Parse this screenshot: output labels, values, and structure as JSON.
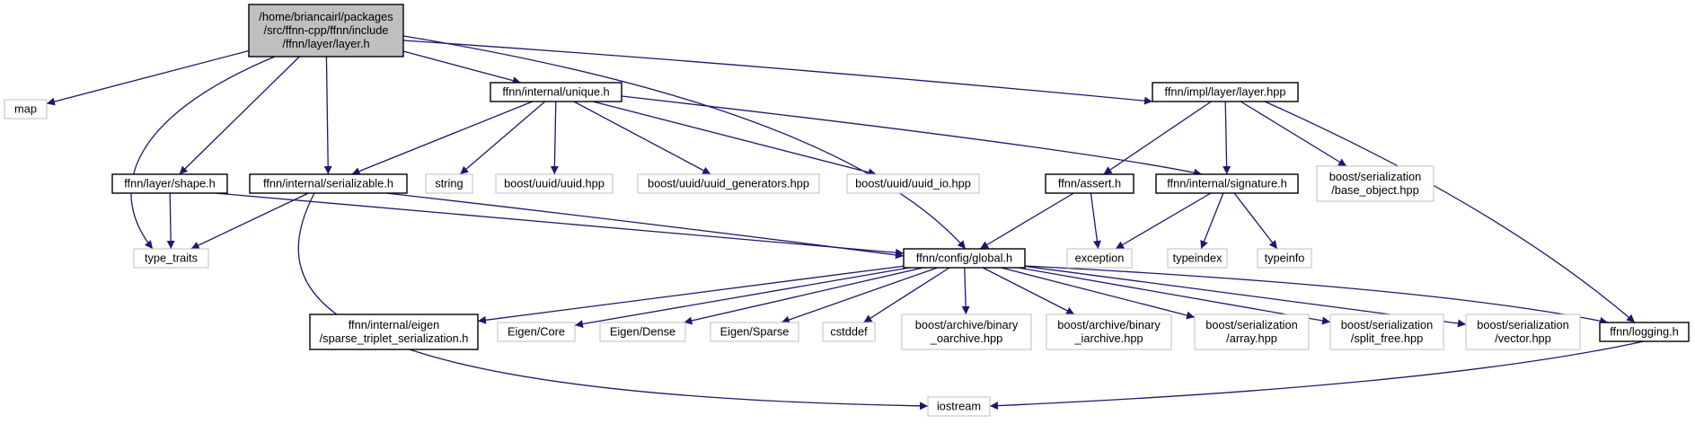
{
  "graph": {
    "colors": {
      "edge": "#191970",
      "main_fill": "#bfbfbf",
      "documented_border": "#000000",
      "external_border": "#bfbfbf",
      "external_text": "#000000"
    },
    "nodes": {
      "layer_h": {
        "lines": [
          "/home/briancairl/packages",
          "/src/ffnn-cpp/ffnn/include",
          "/ffnn/layer/layer.h"
        ],
        "kind": "main"
      },
      "map": {
        "lines": [
          "map"
        ],
        "kind": "external"
      },
      "unique_h": {
        "lines": [
          "ffnn/internal/unique.h"
        ],
        "kind": "documented"
      },
      "impl_layer_hpp": {
        "lines": [
          "ffnn/impl/layer/layer.hpp"
        ],
        "kind": "documented"
      },
      "shape_h": {
        "lines": [
          "ffnn/layer/shape.h"
        ],
        "kind": "documented"
      },
      "serializable_h": {
        "lines": [
          "ffnn/internal/serializable.h"
        ],
        "kind": "documented"
      },
      "string": {
        "lines": [
          "string"
        ],
        "kind": "external"
      },
      "uuid_hpp": {
        "lines": [
          "boost/uuid/uuid.hpp"
        ],
        "kind": "external"
      },
      "uuid_generators_hpp": {
        "lines": [
          "boost/uuid/uuid_generators.hpp"
        ],
        "kind": "external"
      },
      "uuid_io_hpp": {
        "lines": [
          "boost/uuid/uuid_io.hpp"
        ],
        "kind": "external"
      },
      "assert_h": {
        "lines": [
          "ffnn/assert.h"
        ],
        "kind": "documented"
      },
      "signature_h": {
        "lines": [
          "ffnn/internal/signature.h"
        ],
        "kind": "documented"
      },
      "base_object_hpp": {
        "lines": [
          "boost/serialization",
          "/base_object.hpp"
        ],
        "kind": "external"
      },
      "type_traits": {
        "lines": [
          "type_traits"
        ],
        "kind": "external"
      },
      "global_h": {
        "lines": [
          "ffnn/config/global.h"
        ],
        "kind": "documented"
      },
      "exception": {
        "lines": [
          "exception"
        ],
        "kind": "external"
      },
      "typeindex": {
        "lines": [
          "typeindex"
        ],
        "kind": "external"
      },
      "typeinfo": {
        "lines": [
          "typeinfo"
        ],
        "kind": "external"
      },
      "sparse_triplet": {
        "lines": [
          "ffnn/internal/eigen",
          "/sparse_triplet_serialization.h"
        ],
        "kind": "documented"
      },
      "eigen_core": {
        "lines": [
          "Eigen/Core"
        ],
        "kind": "external"
      },
      "eigen_dense": {
        "lines": [
          "Eigen/Dense"
        ],
        "kind": "external"
      },
      "eigen_sparse": {
        "lines": [
          "Eigen/Sparse"
        ],
        "kind": "external"
      },
      "cstddef": {
        "lines": [
          "cstddef"
        ],
        "kind": "external"
      },
      "binary_oarchive": {
        "lines": [
          "boost/archive/binary",
          "_oarchive.hpp"
        ],
        "kind": "external"
      },
      "binary_iarchive": {
        "lines": [
          "boost/archive/binary",
          "_iarchive.hpp"
        ],
        "kind": "external"
      },
      "ser_array": {
        "lines": [
          "boost/serialization",
          "/array.hpp"
        ],
        "kind": "external"
      },
      "ser_split_free": {
        "lines": [
          "boost/serialization",
          "/split_free.hpp"
        ],
        "kind": "external"
      },
      "ser_vector": {
        "lines": [
          "boost/serialization",
          "/vector.hpp"
        ],
        "kind": "external"
      },
      "logging_h": {
        "lines": [
          "ffnn/logging.h"
        ],
        "kind": "documented"
      },
      "iostream": {
        "lines": [
          "iostream"
        ],
        "kind": "external"
      }
    },
    "edges": [
      [
        "layer_h",
        "map"
      ],
      [
        "layer_h",
        "unique_h"
      ],
      [
        "layer_h",
        "impl_layer_hpp"
      ],
      [
        "layer_h",
        "shape_h"
      ],
      [
        "layer_h",
        "serializable_h"
      ],
      [
        "layer_h",
        "type_traits"
      ],
      [
        "layer_h",
        "global_h"
      ],
      [
        "unique_h",
        "serializable_h"
      ],
      [
        "unique_h",
        "string"
      ],
      [
        "unique_h",
        "uuid_hpp"
      ],
      [
        "unique_h",
        "uuid_generators_hpp"
      ],
      [
        "unique_h",
        "uuid_io_hpp"
      ],
      [
        "unique_h",
        "signature_h"
      ],
      [
        "impl_layer_hpp",
        "assert_h"
      ],
      [
        "impl_layer_hpp",
        "signature_h"
      ],
      [
        "impl_layer_hpp",
        "base_object_hpp"
      ],
      [
        "impl_layer_hpp",
        "logging_h"
      ],
      [
        "shape_h",
        "type_traits"
      ],
      [
        "shape_h",
        "global_h"
      ],
      [
        "serializable_h",
        "type_traits"
      ],
      [
        "serializable_h",
        "global_h"
      ],
      [
        "serializable_h",
        "iostream"
      ],
      [
        "assert_h",
        "global_h"
      ],
      [
        "assert_h",
        "exception"
      ],
      [
        "signature_h",
        "exception"
      ],
      [
        "signature_h",
        "typeindex"
      ],
      [
        "signature_h",
        "typeinfo"
      ],
      [
        "global_h",
        "sparse_triplet"
      ],
      [
        "global_h",
        "eigen_core"
      ],
      [
        "global_h",
        "eigen_dense"
      ],
      [
        "global_h",
        "eigen_sparse"
      ],
      [
        "global_h",
        "cstddef"
      ],
      [
        "global_h",
        "binary_oarchive"
      ],
      [
        "global_h",
        "binary_iarchive"
      ],
      [
        "global_h",
        "ser_array"
      ],
      [
        "global_h",
        "ser_split_free"
      ],
      [
        "global_h",
        "ser_vector"
      ],
      [
        "global_h",
        "logging_h"
      ],
      [
        "logging_h",
        "iostream"
      ]
    ]
  }
}
